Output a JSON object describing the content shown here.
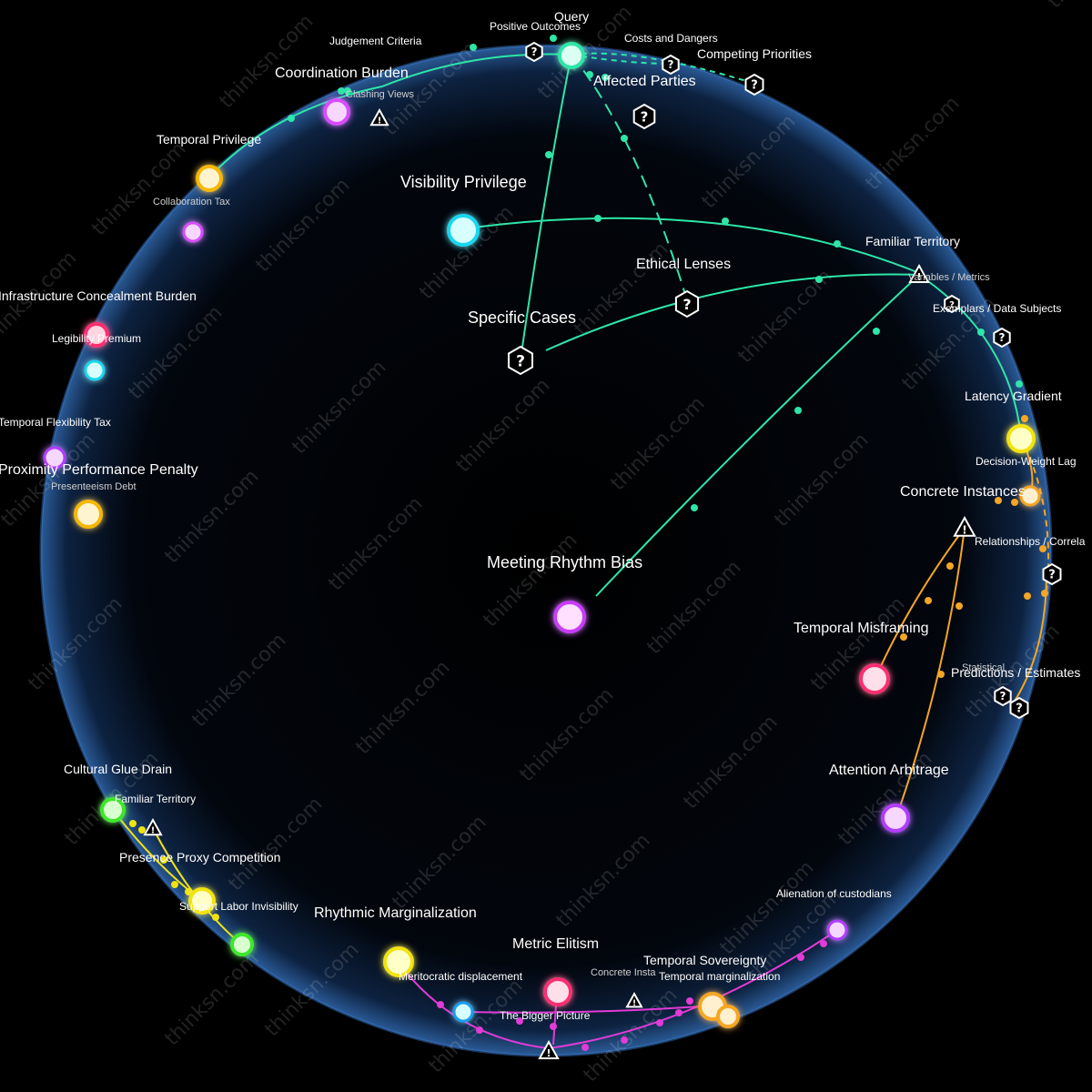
{
  "watermark": "thinksn.com",
  "colors": {
    "green": "#2ee6a8",
    "orange": "#f5a623",
    "magenta": "#e23bd6",
    "yellow": "#f2e30f",
    "sphere": "#1c3a66"
  },
  "nodes": {
    "query": "Query",
    "positive_outcomes": "Positive Outcomes",
    "judgement_criteria": "Judgement Criteria",
    "costs_dangers": "Costs and Dangers",
    "competing_priorities": "Competing Priorities",
    "coordination_burden": "Coordination Burden",
    "clashing_views": "Clashing Views",
    "affected_parties": "Affected Parties",
    "temporal_privilege": "Temporal Privilege",
    "collaboration_tax": "Collaboration Tax",
    "visibility_privilege": "Visibility Privilege",
    "familiar_territory": "Familiar Territory",
    "variables_metrics": "Variables / Metrics",
    "ethical_lenses": "Ethical Lenses",
    "exemplars": "Exemplars / Data Subjects",
    "specific_cases": "Specific Cases",
    "infrastructure": "Infrastructure Concealment Burden",
    "legibility": "Legibility Premium",
    "latency_gradient": "Latency Gradient",
    "temporal_flexibility_tax": "Temporal Flexibility Tax",
    "decision_weight_lag": "Decision-Weight Lag",
    "proximity_penalty": "Proximity Performance Penalty",
    "presenteeism": "Presenteeism Debt",
    "concrete_instances": "Concrete Instances",
    "relationships": "Relationships / Correla",
    "meeting_rhythm_bias": "Meeting Rhythm Bias",
    "temporal_misframing": "Temporal Misframing",
    "statistical": "Statistical",
    "predictions": "Predictions / Estimates",
    "attention_arbitrage": "Attention Arbitrage",
    "cultural_glue": "Cultural Glue Drain",
    "familiar_territory_2": "Familiar Territory",
    "presence_proxy": "Presence Proxy Competition",
    "support_labor": "Support Labor Invisibility",
    "rhythmic_marginalization": "Rhythmic Marginalization",
    "alienation": "Alienation of custodians",
    "metric_elitism": "Metric Elitism",
    "temporal_sovereignty": "Temporal Sovereignty",
    "meritocratic": "Meritocratic displacement",
    "concrete_instances_2": "Concrete Insta",
    "temporal_marginalization": "Temporal marginalization",
    "bigger_picture": "The Bigger Picture"
  }
}
